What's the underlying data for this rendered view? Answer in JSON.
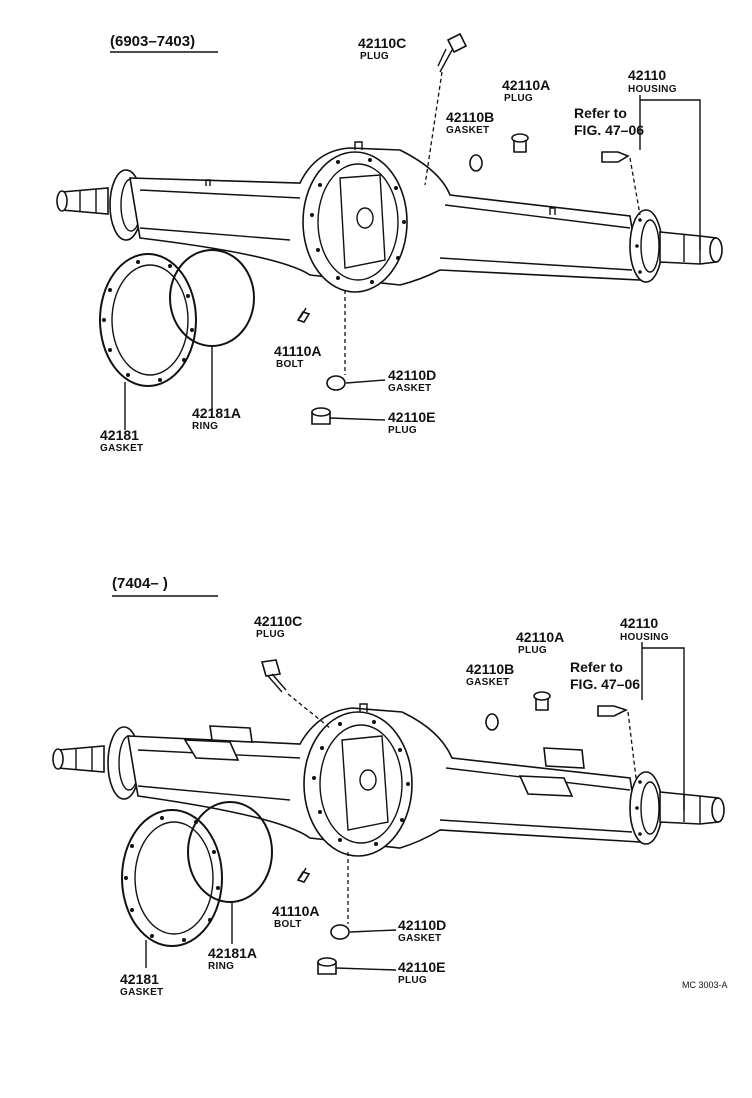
{
  "diagrams": [
    {
      "range": "(6903–7403)",
      "parts": {
        "plug_c": {
          "num": "42110C",
          "name": "PLUG"
        },
        "plug_a": {
          "num": "42110A",
          "name": "PLUG"
        },
        "gasket_b": {
          "num": "42110B",
          "name": "GASKET"
        },
        "housing": {
          "num": "42110",
          "name": "HOUSING"
        },
        "refer_line1": "Refer to",
        "refer_line2": "FIG. 47–06",
        "bolt": {
          "num": "41110A",
          "name": "BOLT"
        },
        "gasket_d": {
          "num": "42110D",
          "name": "GASKET"
        },
        "plug_e": {
          "num": "42110E",
          "name": "PLUG"
        },
        "ring": {
          "num": "42181A",
          "name": "RING"
        },
        "gasket_main": {
          "num": "42181",
          "name": "GASKET"
        }
      }
    },
    {
      "range": "(7404–        )",
      "parts": {
        "plug_c": {
          "num": "42110C",
          "name": "PLUG"
        },
        "plug_a": {
          "num": "42110A",
          "name": "PLUG"
        },
        "gasket_b": {
          "num": "42110B",
          "name": "GASKET"
        },
        "housing": {
          "num": "42110",
          "name": "HOUSING"
        },
        "refer_line1": "Refer to",
        "refer_line2": "FIG. 47–06",
        "bolt": {
          "num": "41110A",
          "name": "BOLT"
        },
        "gasket_d": {
          "num": "42110D",
          "name": "GASKET"
        },
        "plug_e": {
          "num": "42110E",
          "name": "PLUG"
        },
        "ring": {
          "num": "42181A",
          "name": "RING"
        },
        "gasket_main": {
          "num": "42181",
          "name": "GASKET"
        }
      }
    }
  ],
  "figure_code": "MC 3003-A"
}
